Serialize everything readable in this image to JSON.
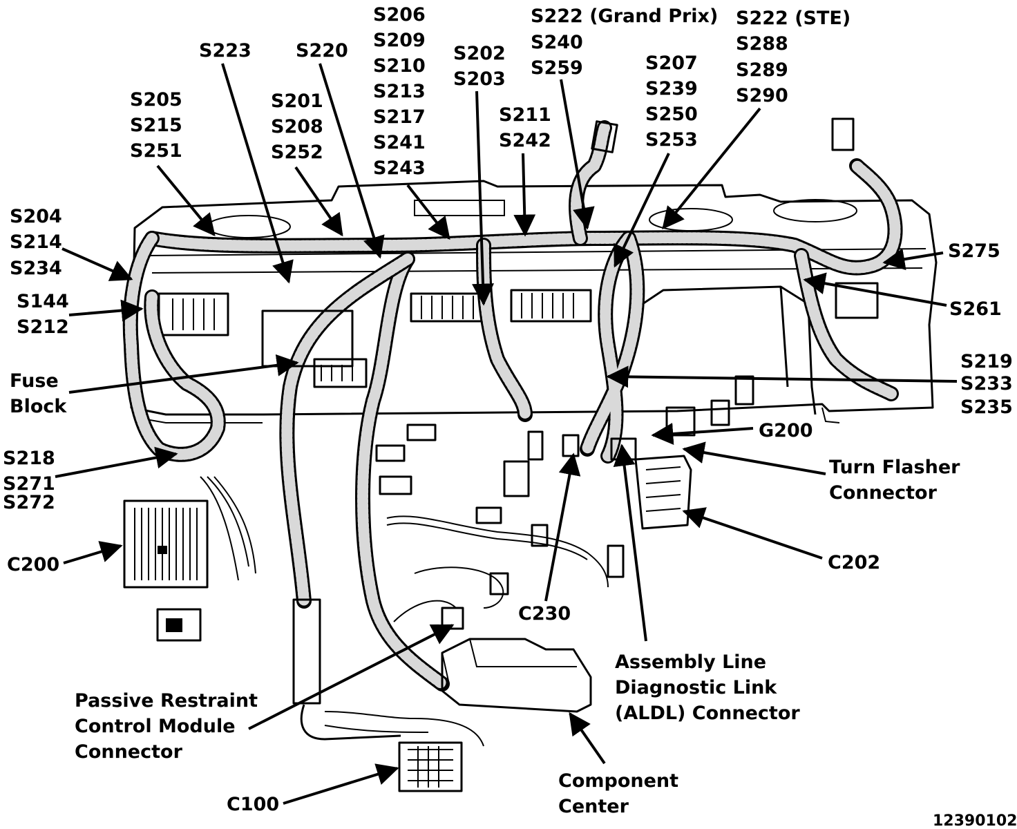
{
  "labels": {
    "s223": "S223",
    "s220": "S220",
    "s206_group": [
      "S206",
      "S209",
      "S210",
      "S213",
      "S217",
      "S241",
      "S243"
    ],
    "s202_group": [
      "S202",
      "S203"
    ],
    "s222gp_group": [
      "S222 (Grand Prix)",
      "S240",
      "S259"
    ],
    "s222ste_group": [
      "S222 (STE)",
      "S288",
      "S289",
      "S290"
    ],
    "s205_group": [
      "S205",
      "S215",
      "S251"
    ],
    "s201_group": [
      "S201",
      "S208",
      "S252"
    ],
    "s211_group": [
      "S211",
      "S242"
    ],
    "s207_group": [
      "S207",
      "S239",
      "S250",
      "S253"
    ],
    "s204_group": [
      "S204",
      "S214",
      "S234"
    ],
    "s144_group": [
      "S144",
      "S212"
    ],
    "fuse_block": [
      "Fuse",
      "Block"
    ],
    "s218_group": [
      "S218",
      "S271",
      "S272"
    ],
    "c200": "C200",
    "s275": "S275",
    "s261": "S261",
    "s219_group": [
      "S219",
      "S233",
      "S235"
    ],
    "g200": "G200",
    "turn_flasher": [
      "Turn Flasher",
      "Connector"
    ],
    "c202": "C202",
    "c230": "C230",
    "aldl": [
      "Assembly Line",
      "Diagnostic Link",
      "(ALDL) Connector"
    ],
    "passive_restraint": [
      "Passive Restraint",
      "Control Module",
      "Connector"
    ],
    "c100": "C100",
    "component_center": [
      "Component",
      "Center"
    ],
    "figure_number": "12390102"
  }
}
